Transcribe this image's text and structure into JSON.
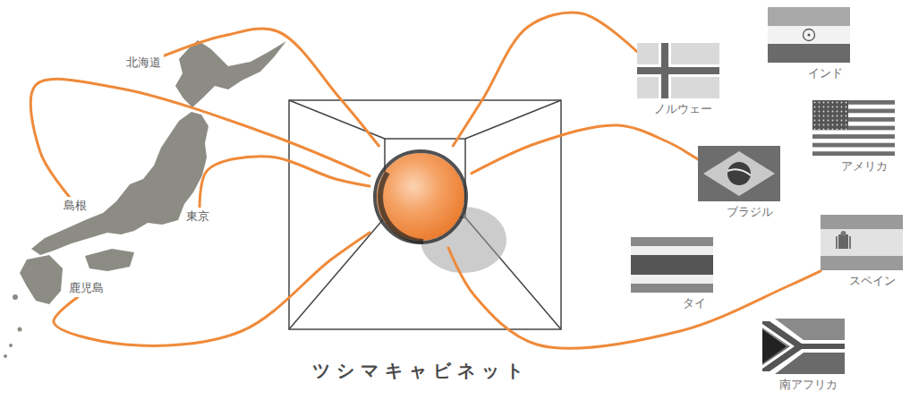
{
  "diagram": {
    "nodes": [
      {
        "text": [
          "北海道"
        ]
      },
      {
        "text": [
          "島根"
        ]
      },
      {
        "text": [
          "東京"
        ]
      },
      {
        "text": [
          "鹿児島"
        ]
      },
      {
        "text": [
          "ツシマキャビネット"
        ]
      },
      {
        "text": [
          "インド"
        ]
      },
      {
        "text": [
          "ノルウェー"
        ]
      },
      {
        "text": [
          "アメリカ"
        ]
      },
      {
        "text": [
          "ブラジル"
        ]
      },
      {
        "text": [
          "スペイン"
        ]
      },
      {
        "text": [
          "タイ"
        ]
      },
      {
        "text": [
          "南アフリカ"
        ]
      }
    ],
    "edges": [
      {
        "from": 0,
        "to": 4,
        "arrow": "none"
      },
      {
        "from": 1,
        "to": 4,
        "arrow": "none"
      },
      {
        "from": 2,
        "to": 4,
        "arrow": "none"
      },
      {
        "from": 3,
        "to": 4,
        "arrow": "none"
      },
      {
        "from": 4,
        "to": 6,
        "arrow": "none"
      },
      {
        "from": 4,
        "to": 8,
        "arrow": "none"
      },
      {
        "from": 4,
        "to": 9,
        "arrow": "none"
      }
    ]
  }
}
